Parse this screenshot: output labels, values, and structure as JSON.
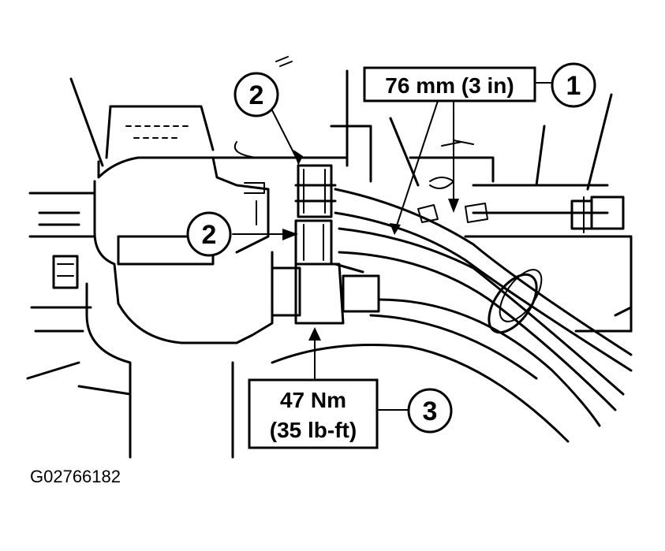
{
  "callouts": {
    "one": "1",
    "two_upper": "2",
    "two_lower": "2",
    "three": "3"
  },
  "labels": {
    "length": "76 mm (3 in)",
    "torque_nm": "47 Nm",
    "torque_lbft": "(35 lb-ft)"
  },
  "figure_id": "G02766182",
  "colors": {
    "ink": "#000000",
    "paper": "#ffffff"
  }
}
